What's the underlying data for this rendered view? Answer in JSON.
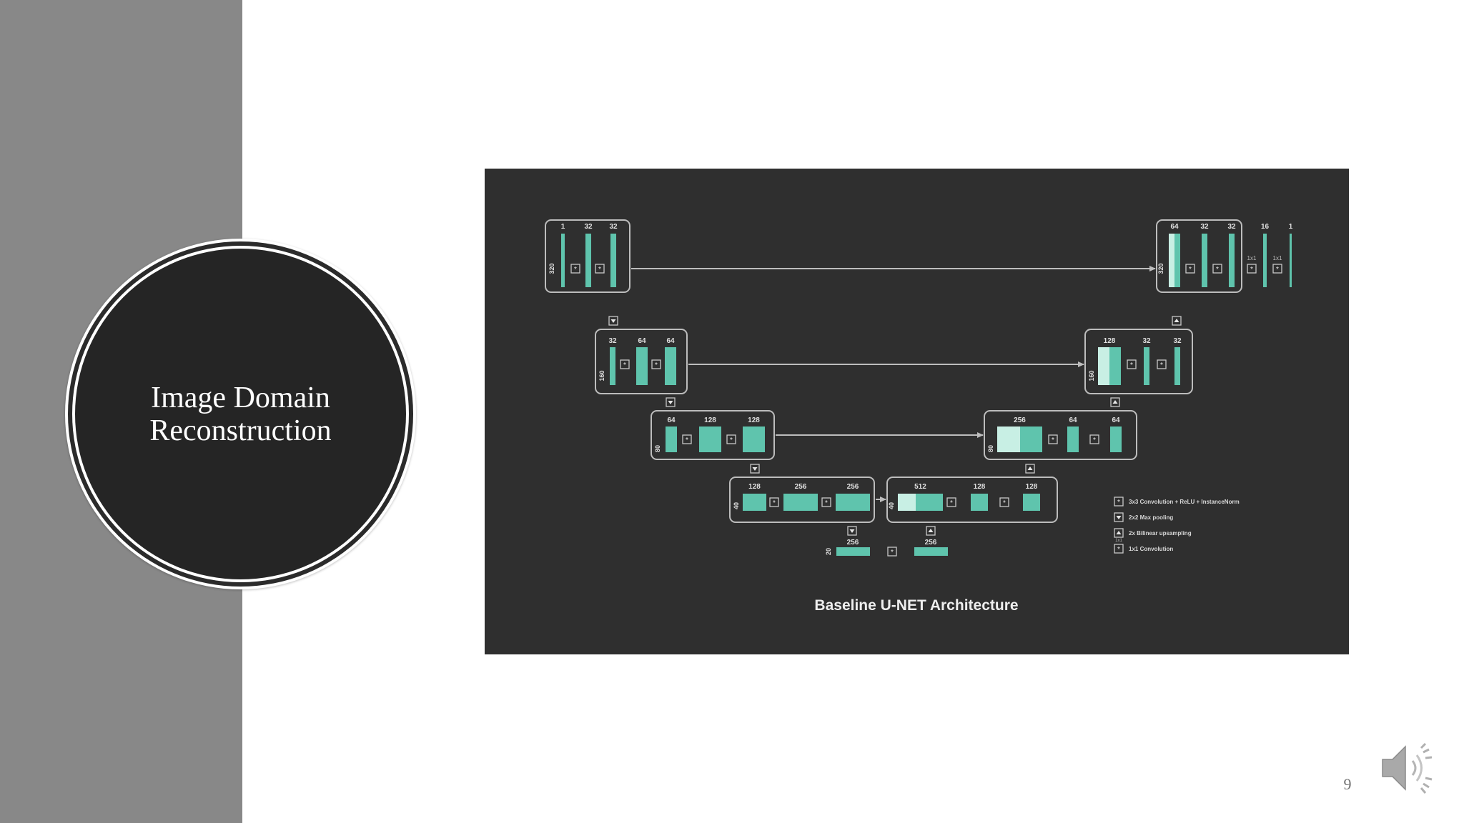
{
  "slide": {
    "title_line1": "Image Domain",
    "title_line2": "Reconstruction",
    "page_number": "9"
  },
  "colors": {
    "side_panel": "#888888",
    "diagram_background": "#2f2f2f",
    "block_teal": "#5fc4ad",
    "block_light": "#c8efe4",
    "block_border": "#bdbdbd"
  },
  "icons": {
    "audio": "speaker-icon"
  },
  "diagram": {
    "caption": "Baseline U-NET Architecture",
    "encoder": [
      {
        "level": 1,
        "size": "320",
        "channels": [
          "1",
          "32",
          "32"
        ]
      },
      {
        "level": 2,
        "size": "160",
        "channels": [
          "32",
          "64",
          "64"
        ]
      },
      {
        "level": 3,
        "size": "80",
        "channels": [
          "64",
          "128",
          "128"
        ]
      },
      {
        "level": 4,
        "size": "40",
        "channels": [
          "128",
          "256",
          "256"
        ]
      }
    ],
    "bottleneck": {
      "size": "20",
      "channels": [
        "256",
        "256"
      ]
    },
    "decoder": [
      {
        "level": 4,
        "size": "40",
        "channels": [
          "512",
          "128",
          "128"
        ]
      },
      {
        "level": 3,
        "size": "80",
        "channels": [
          "256",
          "64",
          "64"
        ]
      },
      {
        "level": 2,
        "size": "160",
        "channels": [
          "128",
          "32",
          "32"
        ]
      },
      {
        "level": 1,
        "size": "320",
        "channels": [
          "64",
          "32",
          "32"
        ]
      }
    ],
    "output_head": {
      "channels": [
        "16",
        "1"
      ],
      "conv_label": "1x1"
    },
    "legend": [
      "3x3 Convolution + ReLU + InstanceNorm",
      "2x2 Max pooling",
      "2x Bilinear upsampling",
      "1x1 Convolution"
    ]
  }
}
